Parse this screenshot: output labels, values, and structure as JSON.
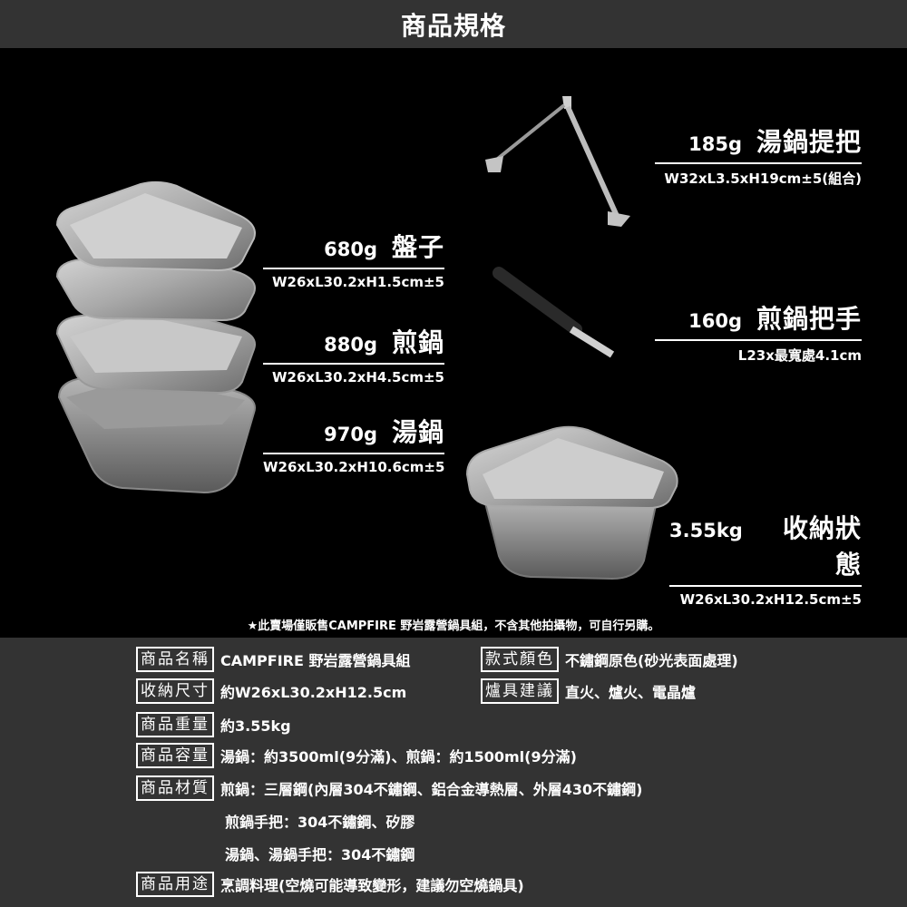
{
  "header": {
    "title": "商品規格"
  },
  "components": [
    {
      "id": "plate",
      "weight": "680g",
      "name": "盤子",
      "dims": "W26xL30.2xH1.5cm±5"
    },
    {
      "id": "frying-pan",
      "weight": "880g",
      "name": "煎鍋",
      "dims": "W26xL30.2xH4.5cm±5"
    },
    {
      "id": "soup-pot",
      "weight": "970g",
      "name": "湯鍋",
      "dims": "W26xL30.2xH10.6cm±5"
    },
    {
      "id": "pot-bail-handle",
      "weight": "185g",
      "name": "湯鍋提把",
      "dims": "W32xL3.5xH19cm±5(組合)"
    },
    {
      "id": "pan-handle",
      "weight": "160g",
      "name": "煎鍋把手",
      "dims": "L23x最寬處4.1cm"
    },
    {
      "id": "stored-state",
      "weight": "3.55kg",
      "name": "收納狀態",
      "dims": "W26xL30.2xH12.5cm±5"
    }
  ],
  "note": "★此賣場僅販售CAMPFIRE 野岩露營鍋具組，不含其他拍攝物，可自行另購。",
  "specs": {
    "product_name": {
      "label": "商品名稱",
      "value": "CAMPFIRE 野岩露營鍋具組"
    },
    "color": {
      "label": "款式顏色",
      "value": "不鏽鋼原色(砂光表面處理)"
    },
    "storage_size": {
      "label": "收納尺寸",
      "value": "約W26xL30.2xH12.5cm"
    },
    "stove": {
      "label": "爐具建議",
      "value": "直火、爐火、電晶爐"
    },
    "weight": {
      "label": "商品重量",
      "value": "約3.55kg"
    },
    "capacity": {
      "label": "商品容量",
      "value": "湯鍋：約3500ml(9分滿)、煎鍋：約1500ml(9分滿)"
    },
    "material": {
      "label": "商品材質",
      "lines": [
        "煎鍋：三層鋼(內層304不鏽鋼、鋁合金導熱層、外層430不鏽鋼)",
        "煎鍋手把：304不鏽鋼、矽膠",
        "湯鍋、湯鍋手把：304不鏽鋼"
      ]
    },
    "usage": {
      "label": "商品用途",
      "value": "烹調料理(空燒可能導致變形，建議勿空燒鍋具)"
    }
  },
  "colors": {
    "header_bg": "#333333",
    "stage_bg": "#000000",
    "specs_bg": "#333333",
    "text": "#ffffff"
  }
}
